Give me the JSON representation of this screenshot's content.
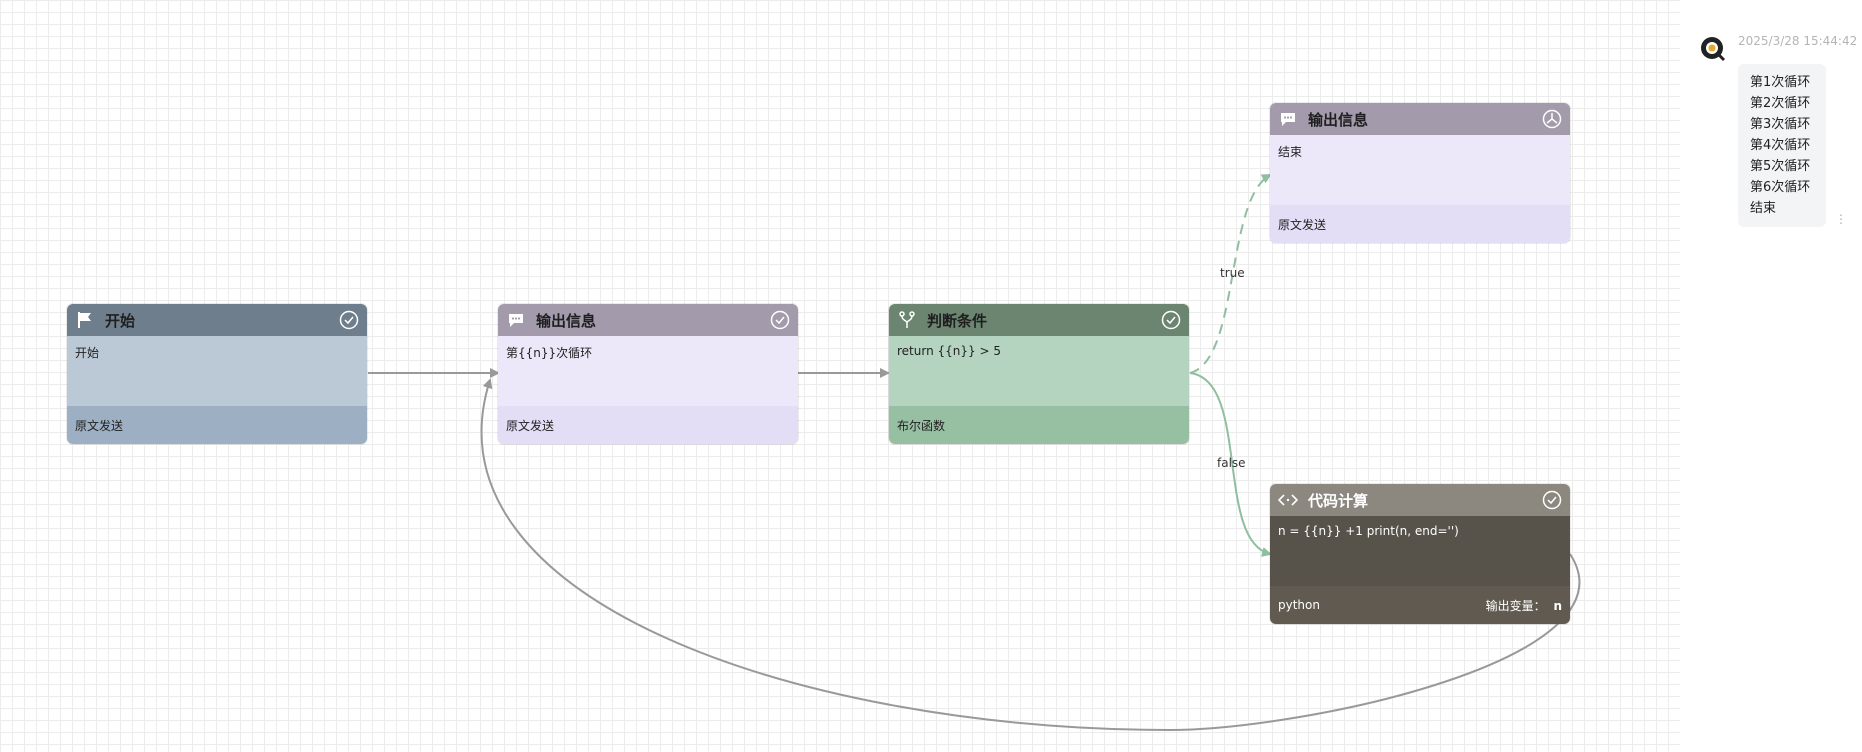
{
  "nodes": {
    "start": {
      "title": "开始",
      "body": "开始",
      "footer": "原文发送",
      "icon": "flag-icon",
      "colors": {
        "header": "#6e7e8c",
        "body": "#bbc9d6",
        "footer": "#9dafc2",
        "text": "#ffffff"
      }
    },
    "output1": {
      "title": "输出信息",
      "body": "第{{n}}次循环",
      "footer": "原文发送",
      "icon": "chat-icon",
      "colors": {
        "header": "#a39aac",
        "body": "#ece8f9",
        "footer": "#e3ddf5",
        "text": "#ffffff"
      }
    },
    "condition": {
      "title": "判断条件",
      "body": "return {{n}} > 5",
      "footer": "布尔函数",
      "icon": "branch-icon",
      "colors": {
        "header": "#6b8570",
        "body": "#b5d4c0",
        "footer": "#97bfa2",
        "text": "#ffffff"
      }
    },
    "output2": {
      "title": "输出信息",
      "body": "结束",
      "footer": "原文发送",
      "icon": "chat-icon",
      "colors": {
        "header": "#a39aac",
        "body": "#ece8f9",
        "footer": "#e3ddf5",
        "text": "#ffffff"
      }
    },
    "code": {
      "title": "代码计算",
      "body": "n = {{n}} +1 print(n, end='')",
      "footer": "python",
      "footer_right_label": "输出变量：",
      "footer_right_value": "n",
      "icon": "code-icon",
      "colors": {
        "header": "#8c8880",
        "body": "#57524a",
        "footer": "#605a51",
        "text": "#ffffff"
      }
    }
  },
  "edges": {
    "true_label": "true",
    "false_label": "false",
    "colors": {
      "default": "#999999",
      "true": "#8fbf9f",
      "false": "#8fbf9f"
    }
  },
  "chat": {
    "timestamp": "2025/3/28 15:44:42",
    "lines": [
      "第1次循环",
      "第2次循环",
      "第3次循环",
      "第4次循环",
      "第5次循环",
      "第6次循环",
      "结束"
    ],
    "avatar_icon": "bot-avatar-icon",
    "more_icon": "more-vertical-icon"
  }
}
